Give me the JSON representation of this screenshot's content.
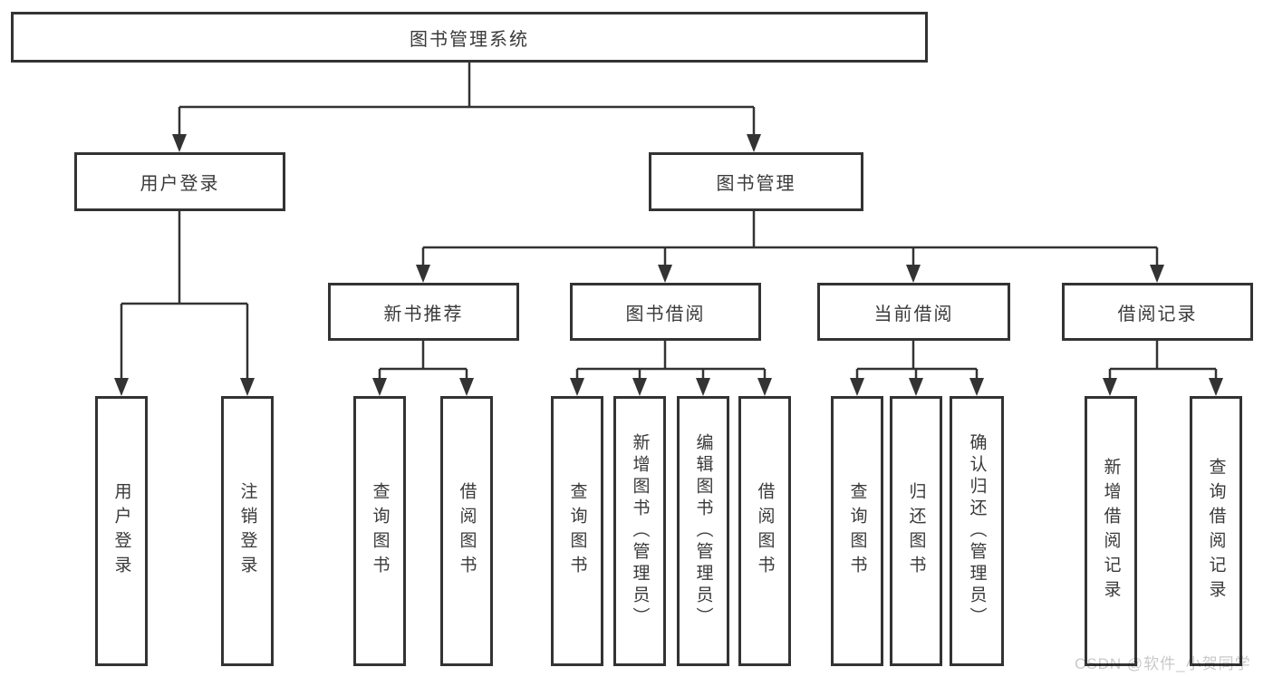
{
  "diagram": {
    "root": {
      "label": "图书管理系统"
    },
    "branches": [
      {
        "label": "用户登录",
        "leaves": [
          "用户登录",
          "注销登录"
        ]
      },
      {
        "label": "图书管理",
        "groups": [
          {
            "label": "新书推荐",
            "leaves": [
              "查询图书",
              "借阅图书"
            ]
          },
          {
            "label": "图书借阅",
            "leaves": [
              "查询图书",
              "新增图书（管理员）",
              "编辑图书（管理员）",
              "借阅图书"
            ]
          },
          {
            "label": "当前借阅",
            "leaves": [
              "查询图书",
              "归还图书",
              "确认归还（管理员）"
            ]
          },
          {
            "label": "借阅记录",
            "leaves": [
              "新增借阅记录",
              "查询借阅记录"
            ]
          }
        ]
      }
    ],
    "watermark": "CSDN @软件_小贺同学",
    "colors": {
      "line": "#333333",
      "text": "#3a3a3a",
      "background": "#ffffff",
      "watermark": "#c9c9c9"
    }
  }
}
